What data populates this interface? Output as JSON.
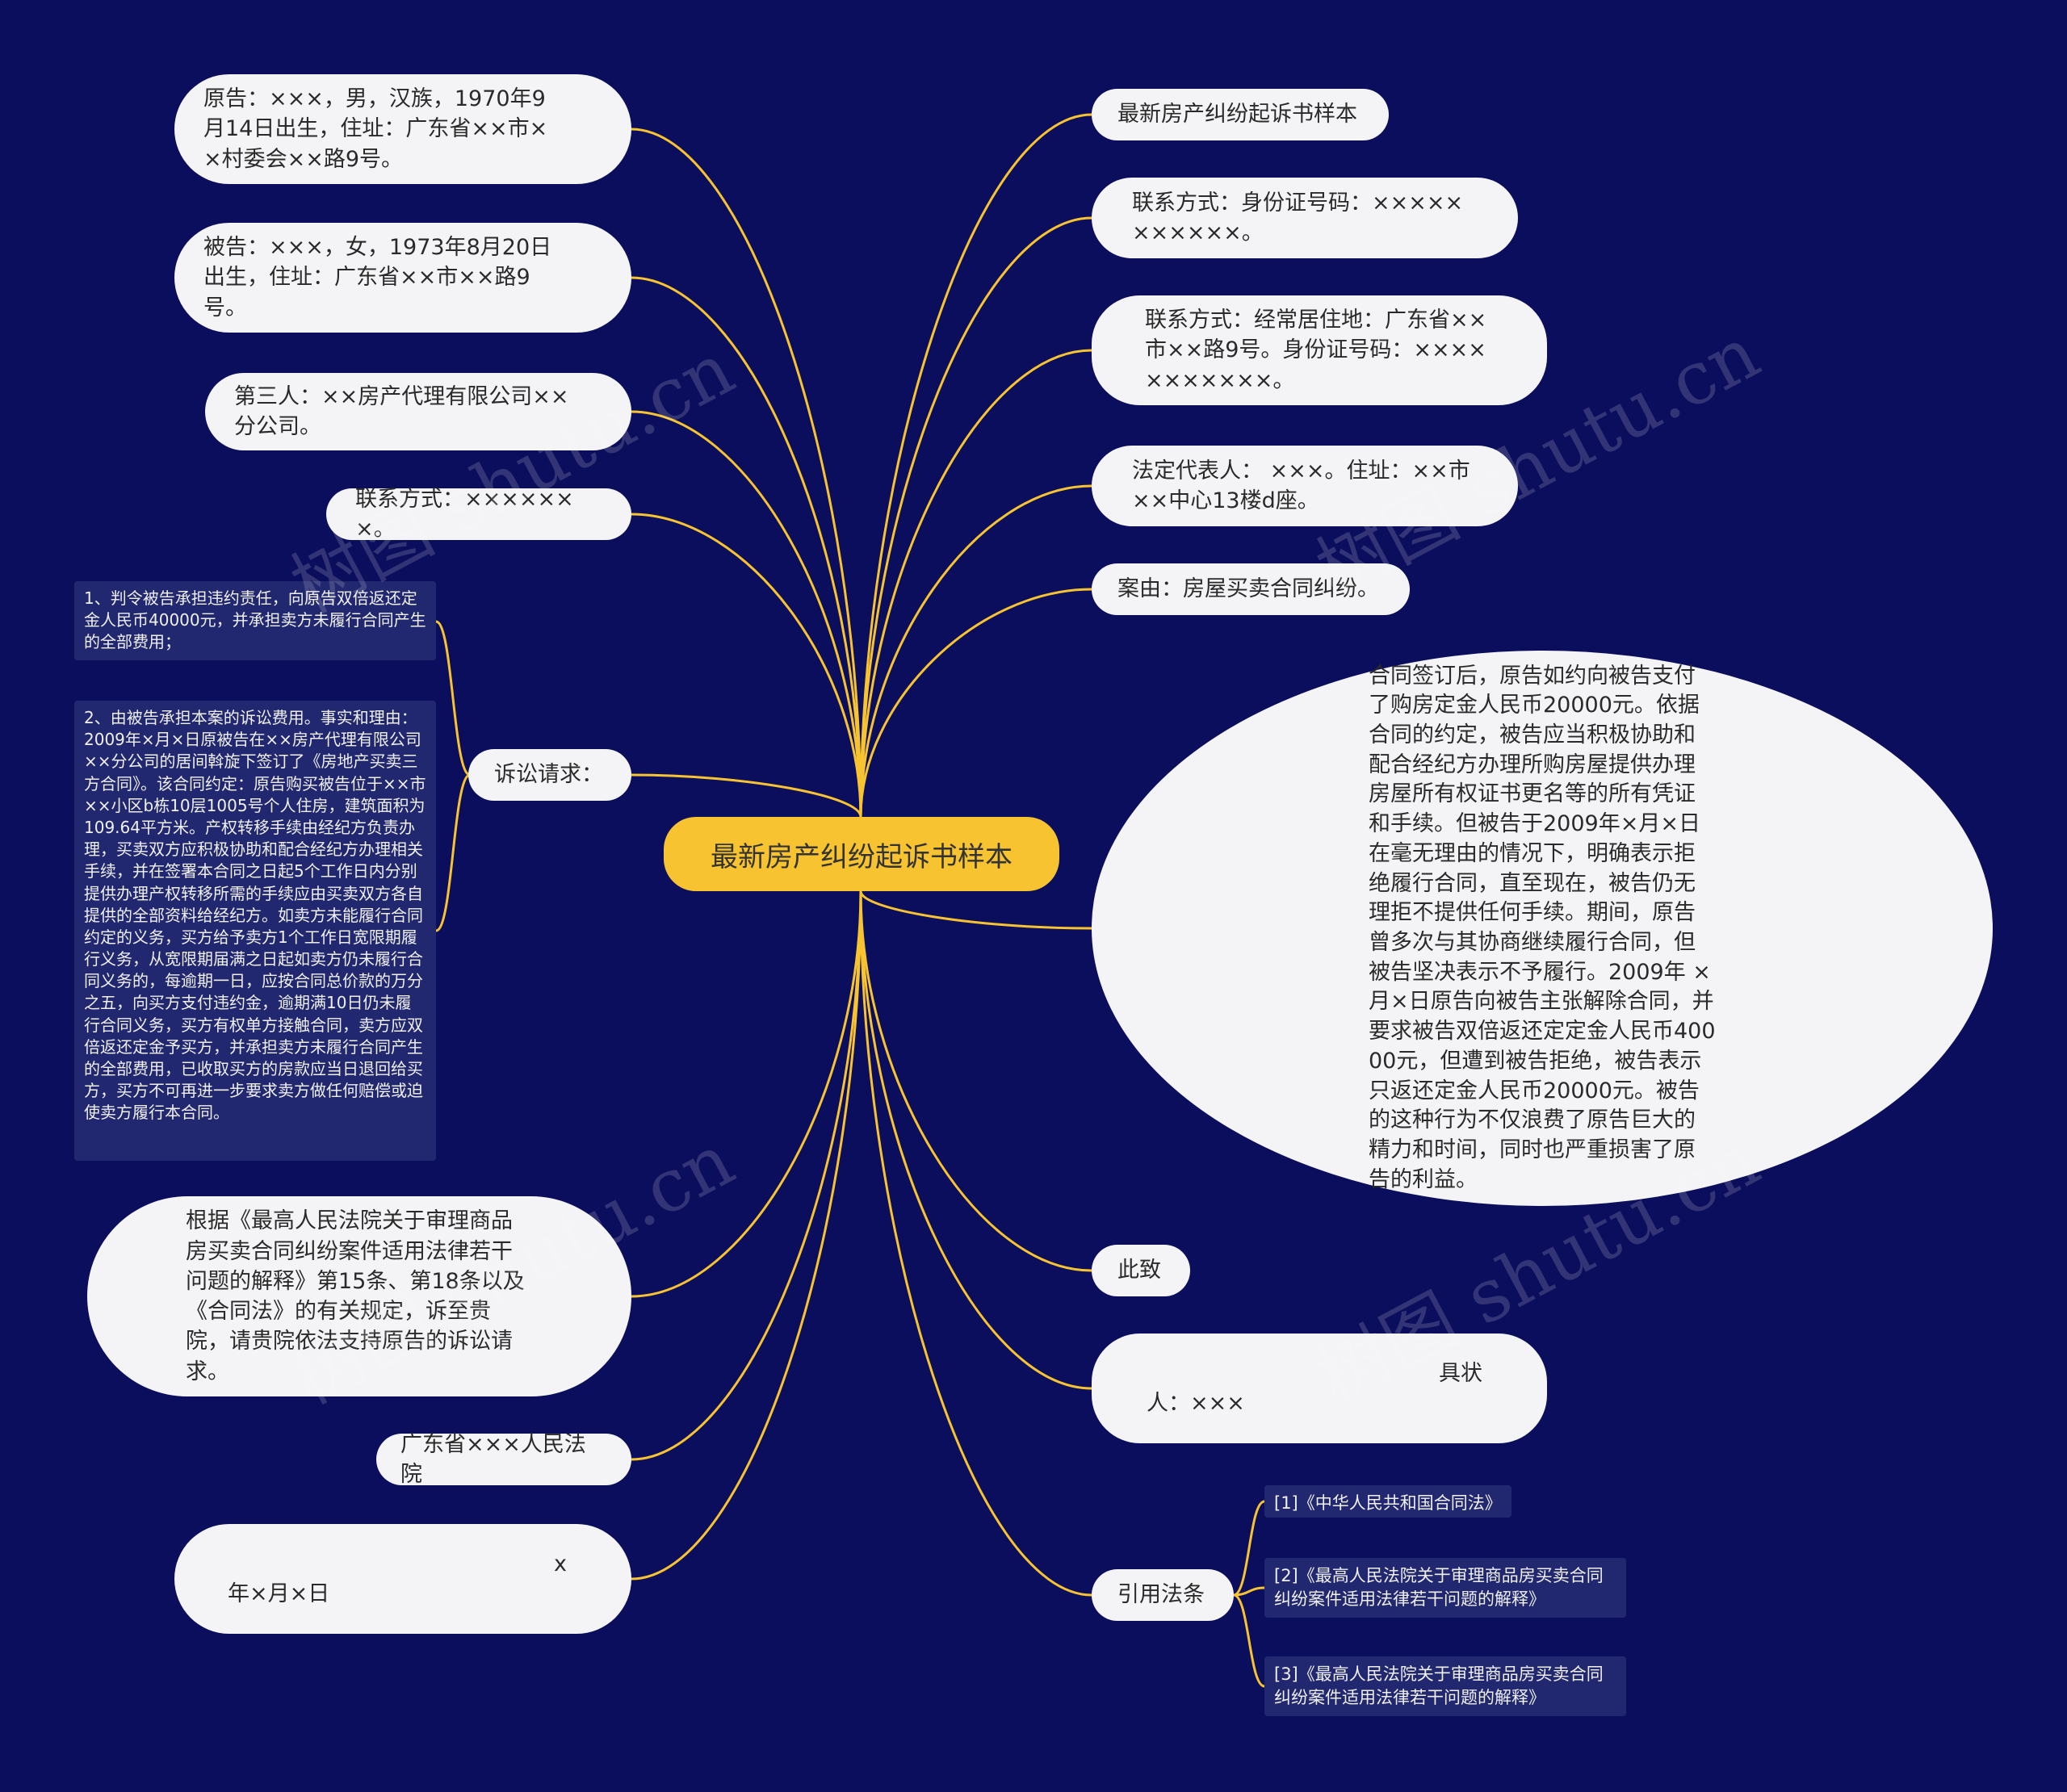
{
  "center": "最新房产纠纷起诉书样本",
  "left_nodes": [
    "原告：×××，男，汉族，1970年9月14日出生，住址：广东省××市××村委会××路9号。",
    "被告：×××，女，1973年8月20日出生，住址：广东省××市××路9号。",
    "第三人：××房产代理有限公司××分公司。",
    "联系方式：×××××××。",
    "诉讼请求：",
    "根据《最高人民法院关于审理商品房买卖合同纠纷案件适用法律若干问题的解释》第15条、第18条以及《合同法》的有关规定，诉至贵院，请贵院依法支持原告的诉讼请求。",
    "广东省×××人民法院",
    "x年×月×日"
  ],
  "claims": [
    "1、判令被告承担违约责任，向原告双倍返还定金人民币40000元，并承担卖方未履行合同产生的全部费用；",
    "2、由被告承担本案的诉讼费用。事实和理由：2009年×月×日原被告在××房产代理有限公司××分公司的居间斡旋下签订了《房地产买卖三方合同》。该合同约定：原告购买被告位于××市××小区b栋10层1005号个人住房，建筑面积为109.64平方米。产权转移手续由经纪方负责办理，买卖双方应积极协助和配合经纪方办理相关手续，并在签署本合同之日起5个工作日内分别提供办理产权转移所需的手续应由买卖双方各自提供的全部资料给经纪方。如卖方未能履行合同约定的义务，买方给予卖方1个工作日宽限期履行义务，从宽限期届满之日起如卖方仍未履行合同义务的，每逾期一日，应按合同总价款的万分之五，向买方支付违约金，逾期满10日仍未履行合同义务，买方有权单方接触合同，卖方应双倍返还定金予买方，并承担卖方未履行合同产生的全部费用，已收取买方的房款应当日退回给买方，买方不可再进一步要求卖方做任何赔偿或迫使卖方履行本合同。"
  ],
  "right_nodes": [
    "最新房产纠纷起诉书样本",
    "联系方式：身份证号码：×××××××××××。",
    "联系方式：经常居住地：广东省××市××路9号。身份证号码：×××××××××××。",
    "法定代表人： ×××。住址：××市××中心13楼d座。",
    "案由：房屋买卖合同纠纷。",
    "合同签订后，原告如约向被告支付了购房定金人民币20000元。依据合同的约定，被告应当积极协助和配合经纪方办理所购房屋提供办理房屋所有权证书更名等的所有凭证和手续。但被告于2009年×月×日在毫无理由的情况下，明确表示拒绝履行合同，直至现在，被告仍无理拒不提供任何手续。期间，原告曾多次与其协商继续履行合同，但被告坚决表示不予履行。2009年 ×月×日原告向被告主张解除合同，并要求被告双倍返还定定金人民币40000元，但遭到被告拒绝，被告表示只返还定金人民币20000元。被告的这种行为不仅浪费了原告巨大的精力和时间，同时也严重损害了原告的利益。",
    "此致",
    "具状人：×××",
    "引用法条"
  ],
  "laws": [
    "[1]《中华人民共和国合同法》",
    "[2]《最高人民法院关于审理商品房买卖合同纠纷案件适用法律若干问题的解释》",
    "[3]《最高人民法院关于审理商品房买卖合同纠纷案件适用法律若干问题的解释》"
  ],
  "watermark": "树图 shutu.cn",
  "colors": {
    "background": "#0b0e5c",
    "link": "#f7c331",
    "center": "#f7c331",
    "node": "#f4f4f6",
    "note": "#22286f"
  }
}
